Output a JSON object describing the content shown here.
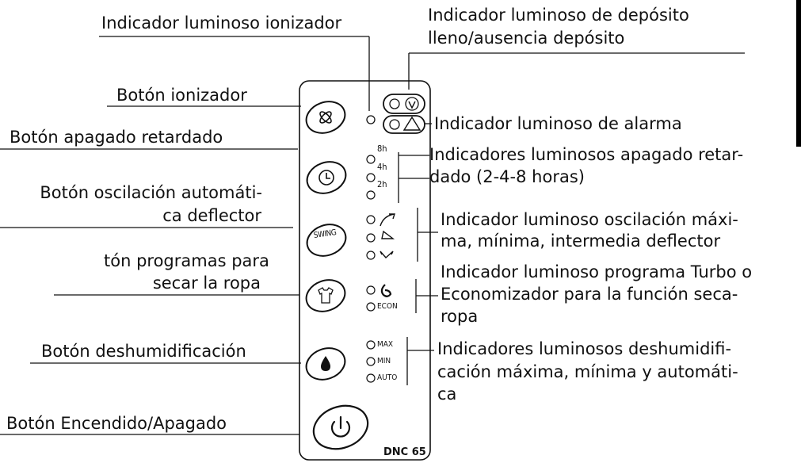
{
  "labels": {
    "ionizer_light": "Indicador luminoso ionizador",
    "tank_light_1": "Indicador luminoso de depósito",
    "tank_light_2": "lleno/ausencia depósito",
    "ionizer_button": "Botón ionizador",
    "alarm_light": "Indicador luminoso de alarma",
    "timer_button": "Botón apagado retardado",
    "timer_lights_1": "Indicadores luminosos apagado retar-",
    "timer_lights_2": "dado (2-4-8 horas)",
    "swing_button_1": "Botón oscilación automáti-",
    "swing_button_2": "ca deflector",
    "swing_lights_1": "Indicador luminoso oscilación máxi-",
    "swing_lights_2": "ma, mínima, intermedia deflector",
    "dry_button_1": "tón programas para",
    "dry_button_2": "secar la ropa",
    "dry_lights_1": "Indicador luminoso programa Turbo o",
    "dry_lights_2": "Economizador para la función seca-",
    "dry_lights_3": "ropa",
    "dehum_button": "Botón deshumidificación",
    "dehum_lights_1": "Indicadores luminosos deshumidifi-",
    "dehum_lights_2": "cación máxima, mínima y automáti-",
    "dehum_lights_3": "ca",
    "power_button": "Botón Encendido/Apagado"
  },
  "panel": {
    "model": "DNC 65",
    "timer_hours": [
      "8h",
      "4h",
      "2h"
    ],
    "swing_button": "SWING",
    "dry_econ": "ECON",
    "dehum_modes": [
      "MAX",
      "MIN",
      "AUTO"
    ]
  }
}
